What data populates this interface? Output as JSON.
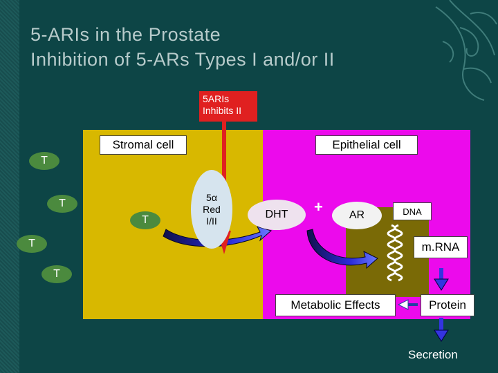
{
  "title": {
    "line1": "5-ARIs in the Prostate",
    "line2": "Inhibition of  5-ARs Types I and/or II"
  },
  "inhibitor_box": {
    "line1": "5ARIs",
    "line2": "Inhibits II"
  },
  "stromal_cell_label": "Stromal cell",
  "epithelial_cell_label": "Epithelial cell",
  "testosterone_label": "T",
  "enzyme": {
    "line1": "5α",
    "line2": "Red",
    "line3": "I/II"
  },
  "dht_label": "DHT",
  "plus_sign": "+",
  "ar_label": "AR",
  "dna_label": "DNA",
  "mrna_label": "m.RNA",
  "metabolic_label": "Metabolic Effects",
  "protein_label": "Protein",
  "secretion_label": "Secretion",
  "colors": {
    "background": "#0d4546",
    "stromal": "#d8b800",
    "epithelial": "#ec0aec",
    "nucleus": "#7a6a06",
    "inhibitor": "#e02020",
    "testosterone": "#4b8a3e"
  }
}
